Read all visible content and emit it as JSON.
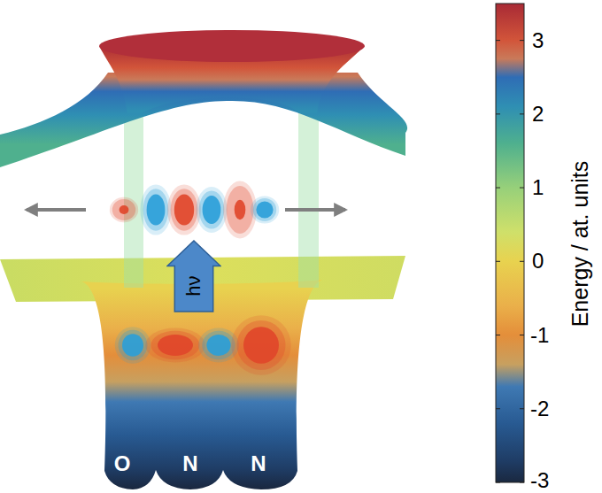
{
  "diagram": {
    "nodes": [
      {
        "text": [
          "hν"
        ]
      }
    ],
    "labels": [
      "O",
      "N",
      "N",
      "3",
      "2",
      "1",
      "0",
      "-1",
      "-2",
      "-3",
      "Energy / at. units"
    ]
  }
}
